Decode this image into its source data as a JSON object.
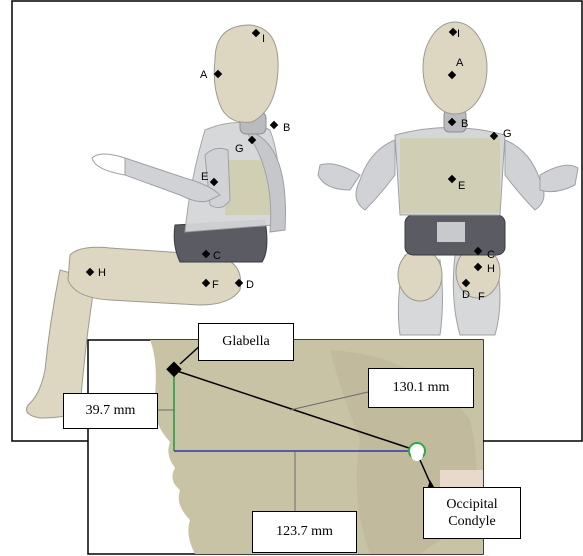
{
  "figure": {
    "landmarks": {
      "A": "A",
      "B": "B",
      "C": "C",
      "D": "D",
      "E": "E",
      "F": "F",
      "G": "G",
      "H": "H",
      "I": "I"
    },
    "inset": {
      "glabella_label": "Glabella",
      "dim_vertical": "39.7 mm",
      "dim_diagonal": "130.1 mm",
      "dim_horizontal": "123.7 mm",
      "condyle_label_line1": "Occipital",
      "condyle_label_line2": "Condyle"
    }
  },
  "colors": {
    "background": "#ffffff",
    "dummy_body": "#cfd1d4",
    "dummy_skin": "#d9d2b7",
    "vest": "#cdc99a",
    "pelvis": "#5b5b63",
    "head_inset": "#c9c3a6",
    "vertical_line": "#1f9a3a",
    "horizontal_line": "#2f3a9e",
    "condyle_ring": "#2fa84a",
    "marker": "#000000"
  }
}
